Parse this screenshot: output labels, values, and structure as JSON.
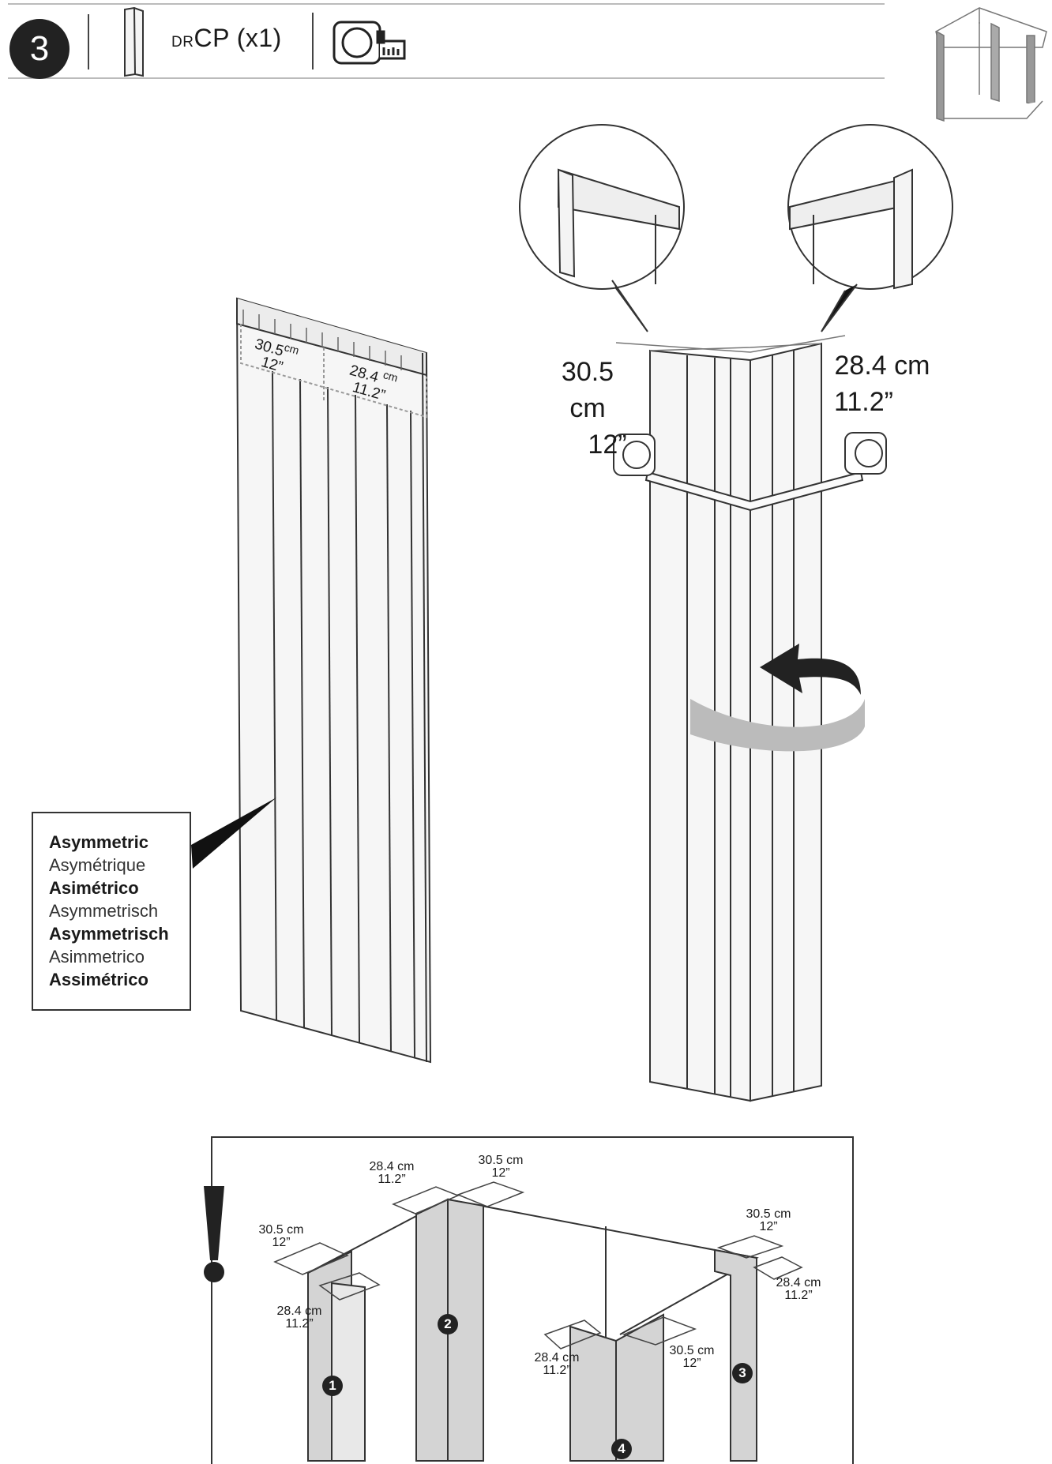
{
  "header": {
    "step_number": "3",
    "part_prefix": "DR",
    "part_code": "CP (x1)",
    "tool_icon": "tape-measure-icon"
  },
  "panel_labels": {
    "left_cm": "30.5",
    "left_cm_unit": "cm",
    "left_in": "12”",
    "right_cm": "28.4",
    "right_cm_unit": "cm",
    "right_in": "11.2”"
  },
  "corner_post": {
    "left_cm": "30.5 cm",
    "left_in": "12”",
    "right_cm": "28.4 cm",
    "right_in": "11.2”"
  },
  "callout": {
    "lines": [
      {
        "text": "Asymmetric",
        "bold": true
      },
      {
        "text": "Asymétrique",
        "bold": false
      },
      {
        "text": "Asimétrico",
        "bold": true
      },
      {
        "text": "Asymmetrisch",
        "bold": false
      },
      {
        "text": "Asymmetrisch",
        "bold": true
      },
      {
        "text": "Asimmetrico",
        "bold": false
      },
      {
        "text": "Assimétrico",
        "bold": true
      }
    ]
  },
  "warning": {
    "icon": "exclamation-icon",
    "labels": [
      {
        "cm": "28.4 cm",
        "in": "11.2”"
      },
      {
        "cm": "30.5 cm",
        "in": "12”"
      },
      {
        "cm": "30.5 cm",
        "in": "12”"
      },
      {
        "cm": "30.5 cm",
        "in": "12”"
      },
      {
        "cm": "28.4 cm",
        "in": "11.2”"
      },
      {
        "cm": "28.4 cm",
        "in": "11.2”"
      },
      {
        "cm": "28.4 cm",
        "in": "11.2”"
      },
      {
        "cm": "30.5 cm",
        "in": "12”"
      }
    ],
    "markers": [
      "1",
      "2",
      "3",
      "4"
    ]
  }
}
